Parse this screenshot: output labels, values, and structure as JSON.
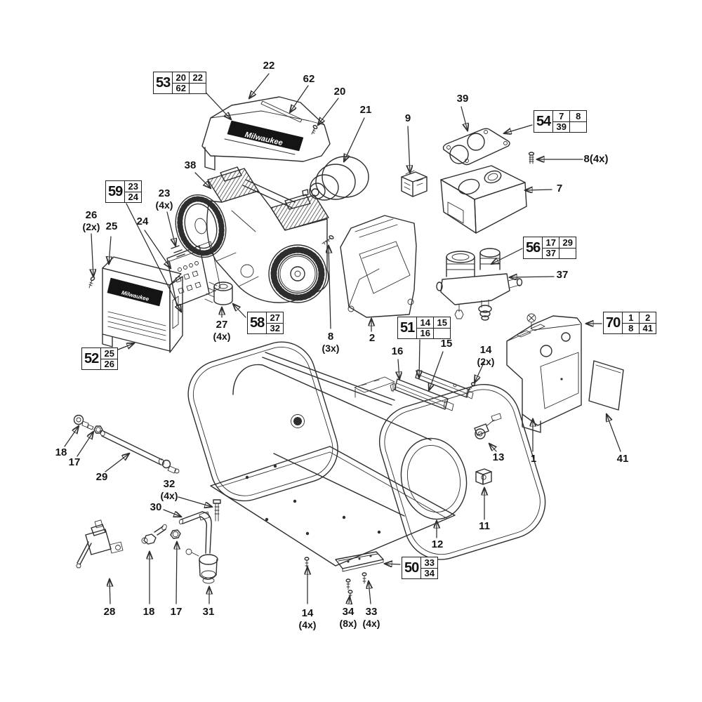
{
  "diagram": {
    "type": "exploded parts diagram",
    "product": "portable air compressor",
    "brand_logo": "Milwaukee",
    "colors": {
      "line": "#2e2e2e",
      "background": "#ffffff",
      "label_text": "#141414"
    }
  },
  "labels": [
    {
      "text": "22"
    },
    {
      "text": "62"
    },
    {
      "text": "20"
    },
    {
      "text": "21"
    },
    {
      "text": "9"
    },
    {
      "text": "39"
    },
    {
      "text": "8(4x)"
    },
    {
      "text": "7"
    },
    {
      "text": "38"
    },
    {
      "text": "23",
      "qty": "(4x)"
    },
    {
      "text": "26",
      "qty": "(2x)"
    },
    {
      "text": "25"
    },
    {
      "text": "24"
    },
    {
      "text": "37"
    },
    {
      "text": "27",
      "qty": "(4x)"
    },
    {
      "text": "8",
      "qty": "(3x)"
    },
    {
      "text": "2"
    },
    {
      "text": "16"
    },
    {
      "text": "15"
    },
    {
      "text": "14",
      "qty": "(2x)"
    },
    {
      "text": "18"
    },
    {
      "text": "17"
    },
    {
      "text": "29"
    },
    {
      "text": "13"
    },
    {
      "text": "1"
    },
    {
      "text": "41"
    },
    {
      "text": "32",
      "qty": "(4x)"
    },
    {
      "text": "30"
    },
    {
      "text": "11"
    },
    {
      "text": "12"
    },
    {
      "text": "28"
    },
    {
      "text": "18"
    },
    {
      "text": "17"
    },
    {
      "text": "31"
    },
    {
      "text": "14",
      "qty": "(4x)"
    },
    {
      "text": "34",
      "qty": "(8x)"
    },
    {
      "text": "33",
      "qty": "(4x)"
    }
  ],
  "boxes": {
    "b53": {
      "main": "53",
      "cells": [
        "20",
        "22",
        "62",
        ""
      ]
    },
    "b54": {
      "main": "54",
      "cells": [
        "7",
        "8",
        "39",
        ""
      ]
    },
    "b59": {
      "main": "59",
      "cells": [
        "23",
        "24"
      ]
    },
    "b56": {
      "main": "56",
      "cells": [
        "17",
        "29",
        "37",
        ""
      ]
    },
    "b58": {
      "main": "58",
      "cells": [
        "27",
        "32"
      ]
    },
    "b51": {
      "main": "51",
      "cells": [
        "14",
        "15",
        "16",
        ""
      ]
    },
    "b70": {
      "main": "70",
      "cells": [
        "1",
        "2",
        "8",
        "41"
      ]
    },
    "b52": {
      "main": "52",
      "cells": [
        "25",
        "26"
      ]
    },
    "b50": {
      "main": "50",
      "cells": [
        "33",
        "34"
      ]
    }
  }
}
